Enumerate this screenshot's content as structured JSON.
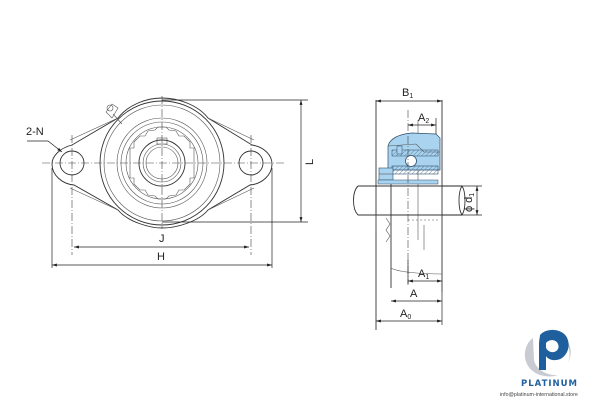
{
  "drawing": {
    "title": "2-bolt flange bearing unit dimension drawing",
    "front_view": {
      "labels": {
        "bolt_holes": "2-N",
        "bolt_spacing": "J",
        "overall_length": "H",
        "flange_height": "L"
      }
    },
    "side_view": {
      "labels": {
        "b1_main": "B",
        "b1_sub": "1",
        "a2_main": "A",
        "a2_sub": "2",
        "d1_phi": "ϕ",
        "d1_main": "d",
        "d1_sub": "1",
        "a1_main": "A",
        "a1_sub": "1",
        "a": "A",
        "a0_main": "A",
        "a0_sub": "0"
      },
      "highlight_color": "#a9d3ef"
    }
  },
  "brand": {
    "name": "PLATINUM",
    "email": "info@platinum-international.store",
    "primary_color": "#1f5f9e",
    "secondary_color": "#c8ccd2"
  }
}
